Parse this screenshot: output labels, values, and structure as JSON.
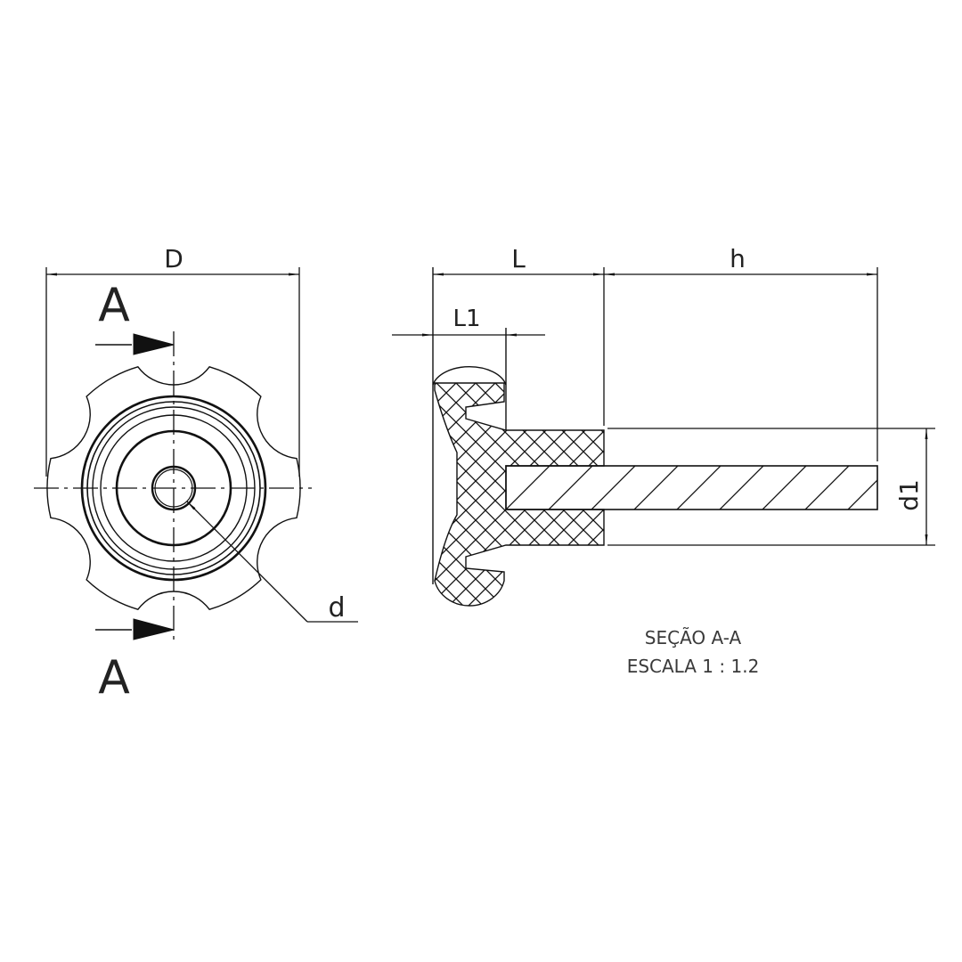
{
  "front_view": {
    "dimension_D": "D",
    "section_mark_top": "A",
    "section_mark_bottom": "A",
    "leader_d": "d"
  },
  "section_view": {
    "dimension_L": "L",
    "dimension_L1": "L1",
    "dimension_h": "h",
    "dimension_d1": "d1",
    "title": "SEÇÃO A-A",
    "scale": "ESCALA 1 : 1.2"
  },
  "colors": {
    "line": "#1a1a1a",
    "text": "#222222"
  }
}
